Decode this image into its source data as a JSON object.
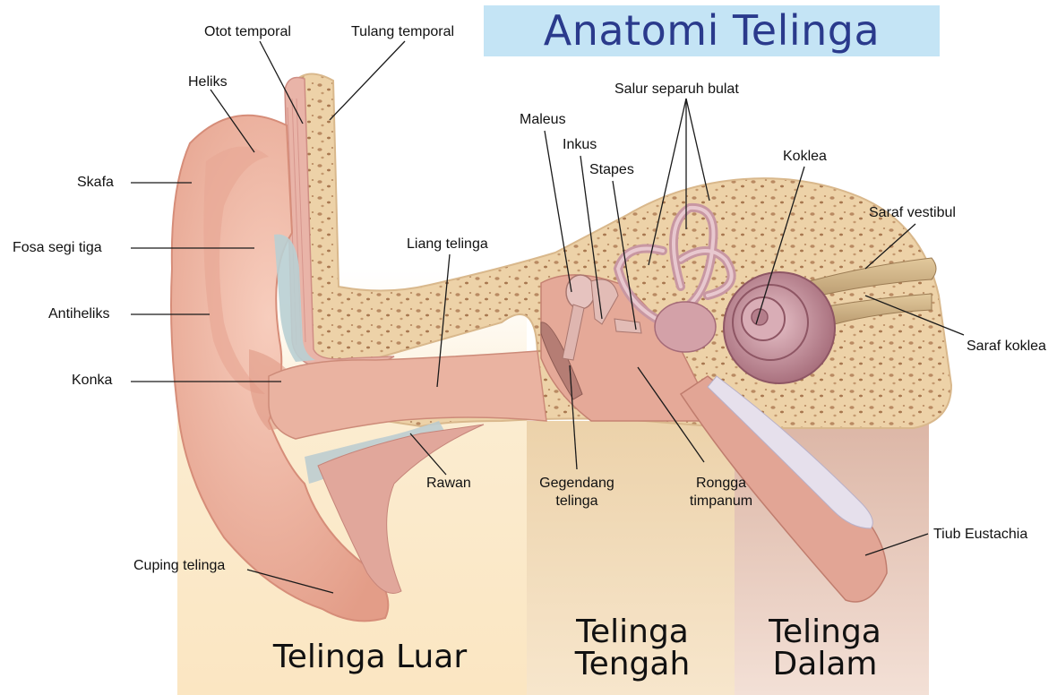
{
  "title": "Anatomi Telinga",
  "labels": {
    "otot_temporal": "Otot temporal",
    "tulang_temporal": "Tulang temporal",
    "heliks": "Heliks",
    "skafa": "Skafa",
    "fosa_segi_tiga": "Fosa segi tiga",
    "antiheliks": "Antiheliks",
    "konka": "Konka",
    "cuping_telinga": "Cuping telinga",
    "liang_telinga": "Liang telinga",
    "rawan": "Rawan",
    "maleus": "Maleus",
    "inkus": "Inkus",
    "stapes": "Stapes",
    "salur_separuh_bulat": "Salur separuh bulat",
    "koklea": "Koklea",
    "saraf_vestibul": "Saraf vestibul",
    "saraf_koklea": "Saraf koklea",
    "gegendang_line1": "Gegendang",
    "gegendang_line2": "telinga",
    "rongga_line1": "Rongga",
    "rongga_line2": "timpanum",
    "tiub_eustachia": "Tiub Eustachia"
  },
  "regions": {
    "luar": "Telinga Luar",
    "tengah_line1": "Telinga",
    "tengah_line2": "Tengah",
    "dalam_line1": "Telinga",
    "dalam_line2": "Dalam"
  },
  "colors": {
    "title_bg": "#c4e4f5",
    "title_text": "#2a3a8c",
    "outer_zone": "#fbe9c8",
    "middle_zone": "#ecd3ad",
    "inner_zone": "#e1bfb0",
    "skin": "#f0b8a4",
    "bone": "#ecd0a4",
    "cochlea": "#b87a88"
  }
}
